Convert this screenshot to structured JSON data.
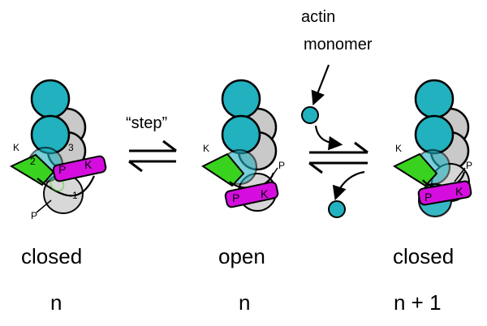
{
  "labels": {
    "step": "“step”",
    "actin_monomer_line1": "actin",
    "actin_monomer_line2": "monomer",
    "states": [
      {
        "label": "closed",
        "count": "n"
      },
      {
        "label": "open",
        "count": "n"
      },
      {
        "label": "closed",
        "count": "n + 1"
      }
    ],
    "subunit_labels": {
      "one": "1",
      "two": "2",
      "three": "3"
    },
    "domain_letters": {
      "k": "K",
      "p": "P"
    }
  },
  "colors": {
    "teal": "#21b1bf",
    "gray": "#c9c9c9",
    "green": "#39d21f",
    "magenta": "#d50ddf"
  }
}
